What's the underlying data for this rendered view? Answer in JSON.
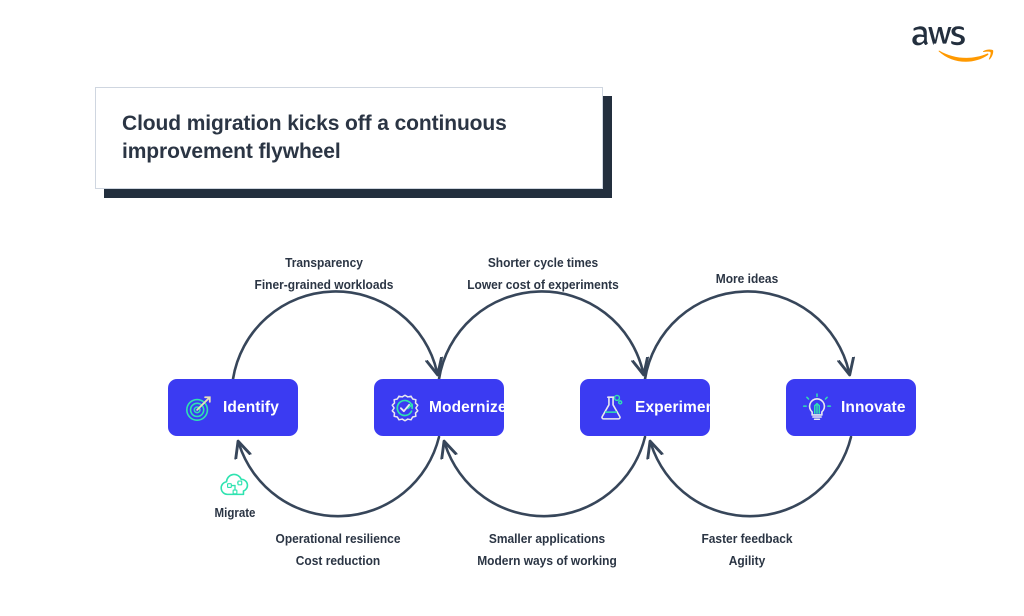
{
  "brand": {
    "logo_name": "aws-logo",
    "logo_text": "aws",
    "wordmark_color": "#232f3e",
    "smile_color": "#ff9900"
  },
  "title": {
    "text": "Cloud migration kicks off a continuous improvement flywheel",
    "text_color": "#2b3544",
    "card_background": "#ffffff",
    "shadow_color": "#232f3e"
  },
  "theme": {
    "node_fill": "#3b3bf2",
    "node_text": "#ffffff",
    "icon_accent": "#2fe3b0",
    "arrow_color": "#37465a",
    "label_text": "#2b3544",
    "page_background": "#ffffff"
  },
  "diagram": {
    "type": "flywheel",
    "nodes": [
      {
        "id": "identify",
        "label": "Identify",
        "icon": "target-arrow-icon"
      },
      {
        "id": "modernize",
        "label": "Modernize",
        "icon": "gear-check-icon"
      },
      {
        "id": "experiment",
        "label": "Experiment",
        "icon": "flask-icon"
      },
      {
        "id": "innovate",
        "label": "Innovate",
        "icon": "lightbulb-icon"
      }
    ],
    "top_flows": [
      {
        "from": "identify",
        "to": "modernize",
        "lines": [
          "Transparency",
          "Finer-grained workloads"
        ]
      },
      {
        "from": "modernize",
        "to": "experiment",
        "lines": [
          "Shorter cycle times",
          "Lower cost of experiments"
        ]
      },
      {
        "from": "experiment",
        "to": "innovate",
        "lines": [
          "More ideas"
        ]
      }
    ],
    "bottom_flows": [
      {
        "from": "modernize",
        "to": "identify",
        "lines": [
          "Operational resilience",
          "Cost reduction"
        ]
      },
      {
        "from": "experiment",
        "to": "modernize",
        "lines": [
          "Smaller applications",
          "Modern ways of working"
        ]
      },
      {
        "from": "innovate",
        "to": "experiment",
        "lines": [
          "Faster feedback",
          "Agility"
        ]
      }
    ],
    "migrate": {
      "label": "Migrate",
      "icon": "cloud-migration-icon"
    }
  }
}
